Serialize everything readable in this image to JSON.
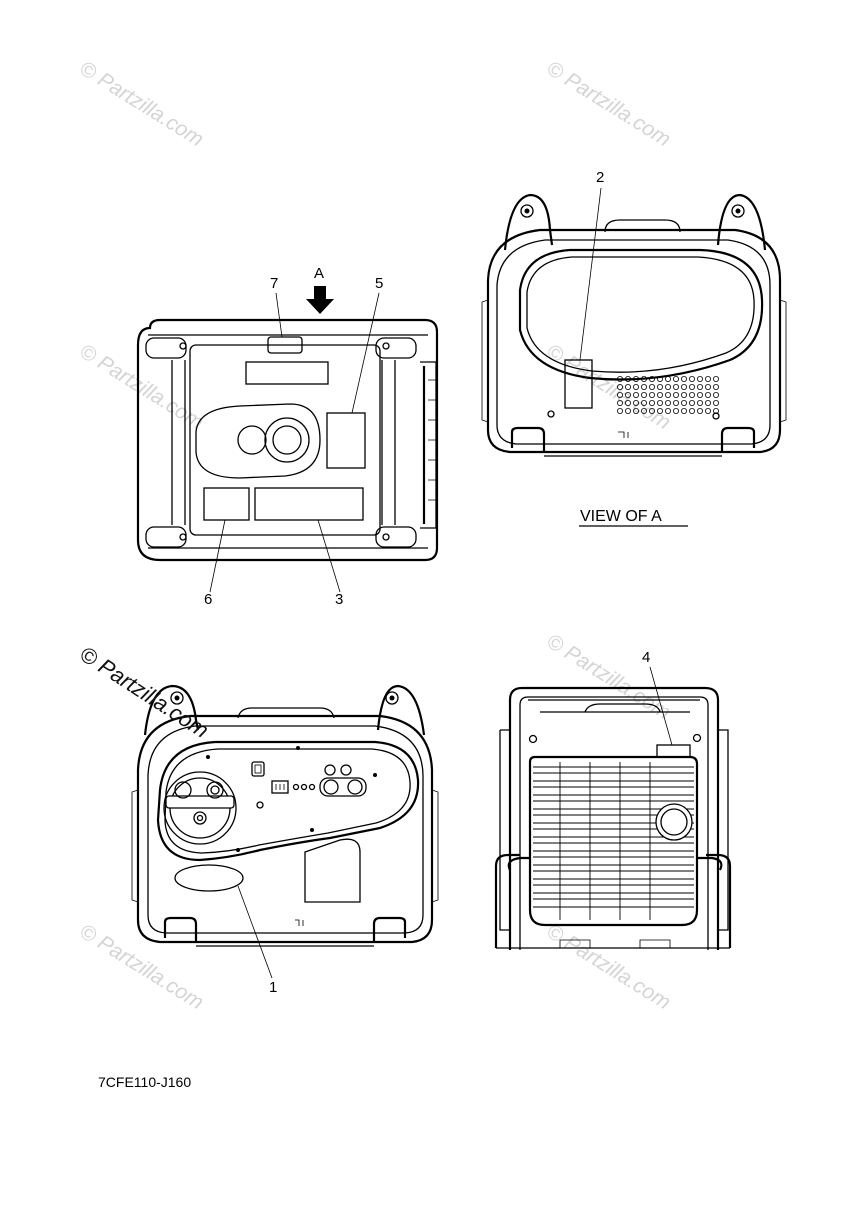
{
  "diagram": {
    "callouts": [
      "1",
      "2",
      "3",
      "4",
      "5",
      "6",
      "7"
    ],
    "arrow_label": "A",
    "view_label": "VIEW OF A",
    "drawing_code": "7CFE110-J160"
  },
  "watermark": {
    "text": "© Partzilla.com"
  },
  "colors": {
    "line": "#000000",
    "watermark": "#d4d4d4",
    "background": "#ffffff"
  }
}
